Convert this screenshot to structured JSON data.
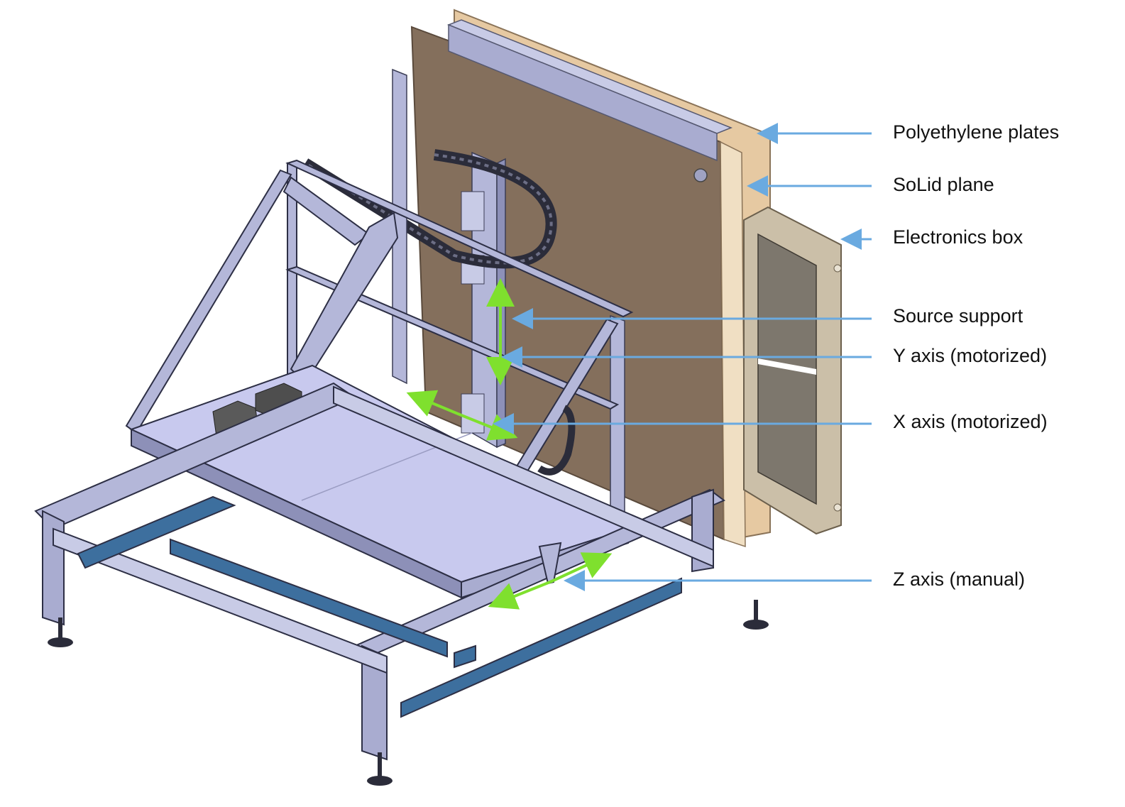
{
  "colors": {
    "frame": "#b4b7d9",
    "frame_dark": "#3b3d55",
    "plate": "#846f5c",
    "polyethylene": "#e6c9a2",
    "electronics": "#cbbfa8",
    "rail": "#3d6f9e",
    "arrow_leader": "#6aaae0",
    "motion_arrow": "#7fe02e"
  },
  "labels": [
    {
      "id": "polyethylene-plates",
      "text": "Polyethylene plates"
    },
    {
      "id": "solid-plane",
      "text": "SoLid plane"
    },
    {
      "id": "electronics-box",
      "text": "Electronics box"
    },
    {
      "id": "source-support",
      "text": "Source support"
    },
    {
      "id": "y-axis",
      "text": "Y axis (motorized)"
    },
    {
      "id": "x-axis",
      "text": "X axis (motorized)"
    },
    {
      "id": "z-axis",
      "text": "Z axis (manual)"
    }
  ]
}
